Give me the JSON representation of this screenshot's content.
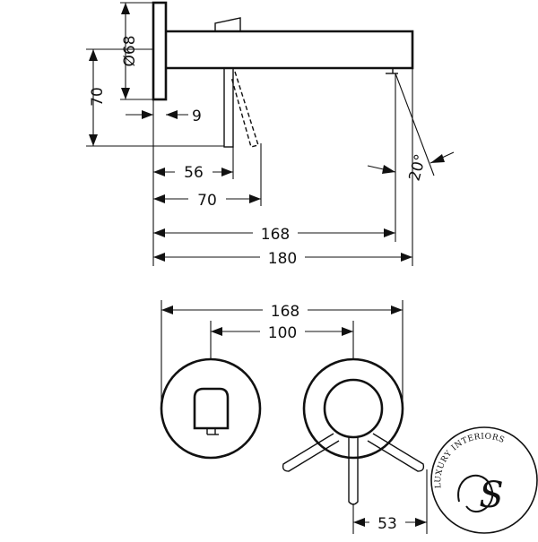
{
  "side_view": {
    "dim_diameter": "Ø68",
    "dim_height": "70",
    "dim_wall_gap": "9",
    "dim_lever_pos": "56",
    "dim_lever_tip": "70",
    "dim_spout_outlet": "168",
    "dim_total_length": "180",
    "dim_spout_angle": "20°"
  },
  "front_view": {
    "dim_width": "168",
    "dim_center_distance": "100",
    "dim_lever_offset": "53"
  },
  "watermark": {
    "text": "LUXURY INTERIORS",
    "monogram": "S"
  }
}
